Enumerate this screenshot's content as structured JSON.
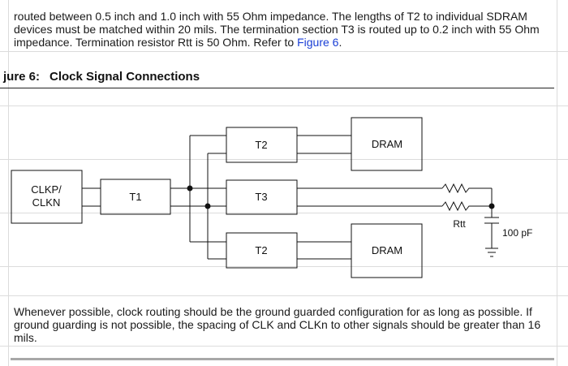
{
  "intro_paragraph": {
    "text_before_link": "routed between 0.5 inch and 1.0 inch with 55 Ohm impedance. The lengths of T2 to individual SDRAM devices must be matched within 20 mils. The termination section T3 is routed up to 0.2 inch with 55 Ohm impedance. Termination resistor Rtt is 50 Ohm. Refer to ",
    "link_text": "Figure 6",
    "text_after_link": "."
  },
  "figure": {
    "number_label": "jure 6:",
    "title": "Clock Signal Connections"
  },
  "diagram": {
    "source_label_line1": "CLKP/",
    "source_label_line2": "CLKN",
    "t1_label": "T1",
    "t2_top_label": "T2",
    "t3_label": "T3",
    "t2_bottom_label": "T2",
    "dram_top_label": "DRAM",
    "dram_bottom_label": "DRAM",
    "resistor_label": "Rtt",
    "capacitor_label": "100 pF"
  },
  "closing_paragraph": {
    "text": "Whenever possible, clock routing should be the ground guarded configuration for as long as possible. If ground guarding is not possible, the spacing of CLK and CLKn to other signals should be greater than 16 mils."
  },
  "colors": {
    "link": "#1a3fd6",
    "text": "#1a1a1a",
    "grid": "#dcdcdc"
  }
}
